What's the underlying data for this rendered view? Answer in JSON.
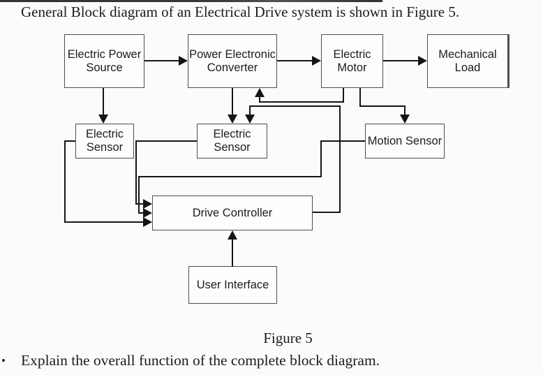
{
  "page": {
    "intro_text": "General Block diagram of an Electrical Drive system is shown in Figure 5.",
    "figure_caption": "Figure 5",
    "bullet_glyph": "•",
    "bullet_text": "Explain the overall function of the complete block diagram."
  },
  "diagram": {
    "blocks": {
      "electric_power_source": "Electric Power Source",
      "power_electronic_converter": "Power Electronic Converter",
      "electric_motor": "Electric Motor",
      "mechanical_load": "Mechanical Load",
      "electric_sensor_source": "Electric Sensor",
      "electric_sensor_converter": "Electric Sensor",
      "motion_sensor": "Motion Sensor",
      "drive_controller": "Drive Controller",
      "user_interface": "User Interface"
    },
    "colors": {
      "line": "#151515",
      "box_border": "#4e4e4e",
      "text": "#1c1c1c",
      "page_background": "#fbfbf9"
    }
  }
}
